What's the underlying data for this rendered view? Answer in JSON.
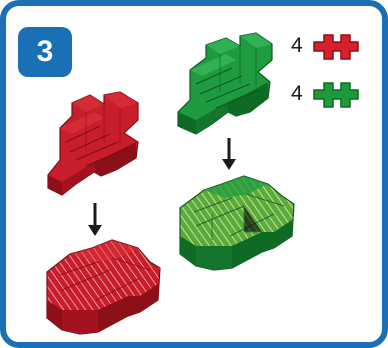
{
  "step": {
    "number": "3"
  },
  "legend": {
    "items": [
      {
        "count": "4",
        "icon": "red-connector-piece-icon",
        "color": "#d8202c"
      },
      {
        "count": "4",
        "icon": "green-connector-piece-icon",
        "color": "#1e9a3c"
      }
    ]
  },
  "colors": {
    "frame_border": "#1a6fb5",
    "red": "#c81e2b",
    "red_dark": "#8d1019",
    "green": "#1f9b3f",
    "green_dark": "#0f6a25",
    "green_light": "#8cc63f"
  }
}
